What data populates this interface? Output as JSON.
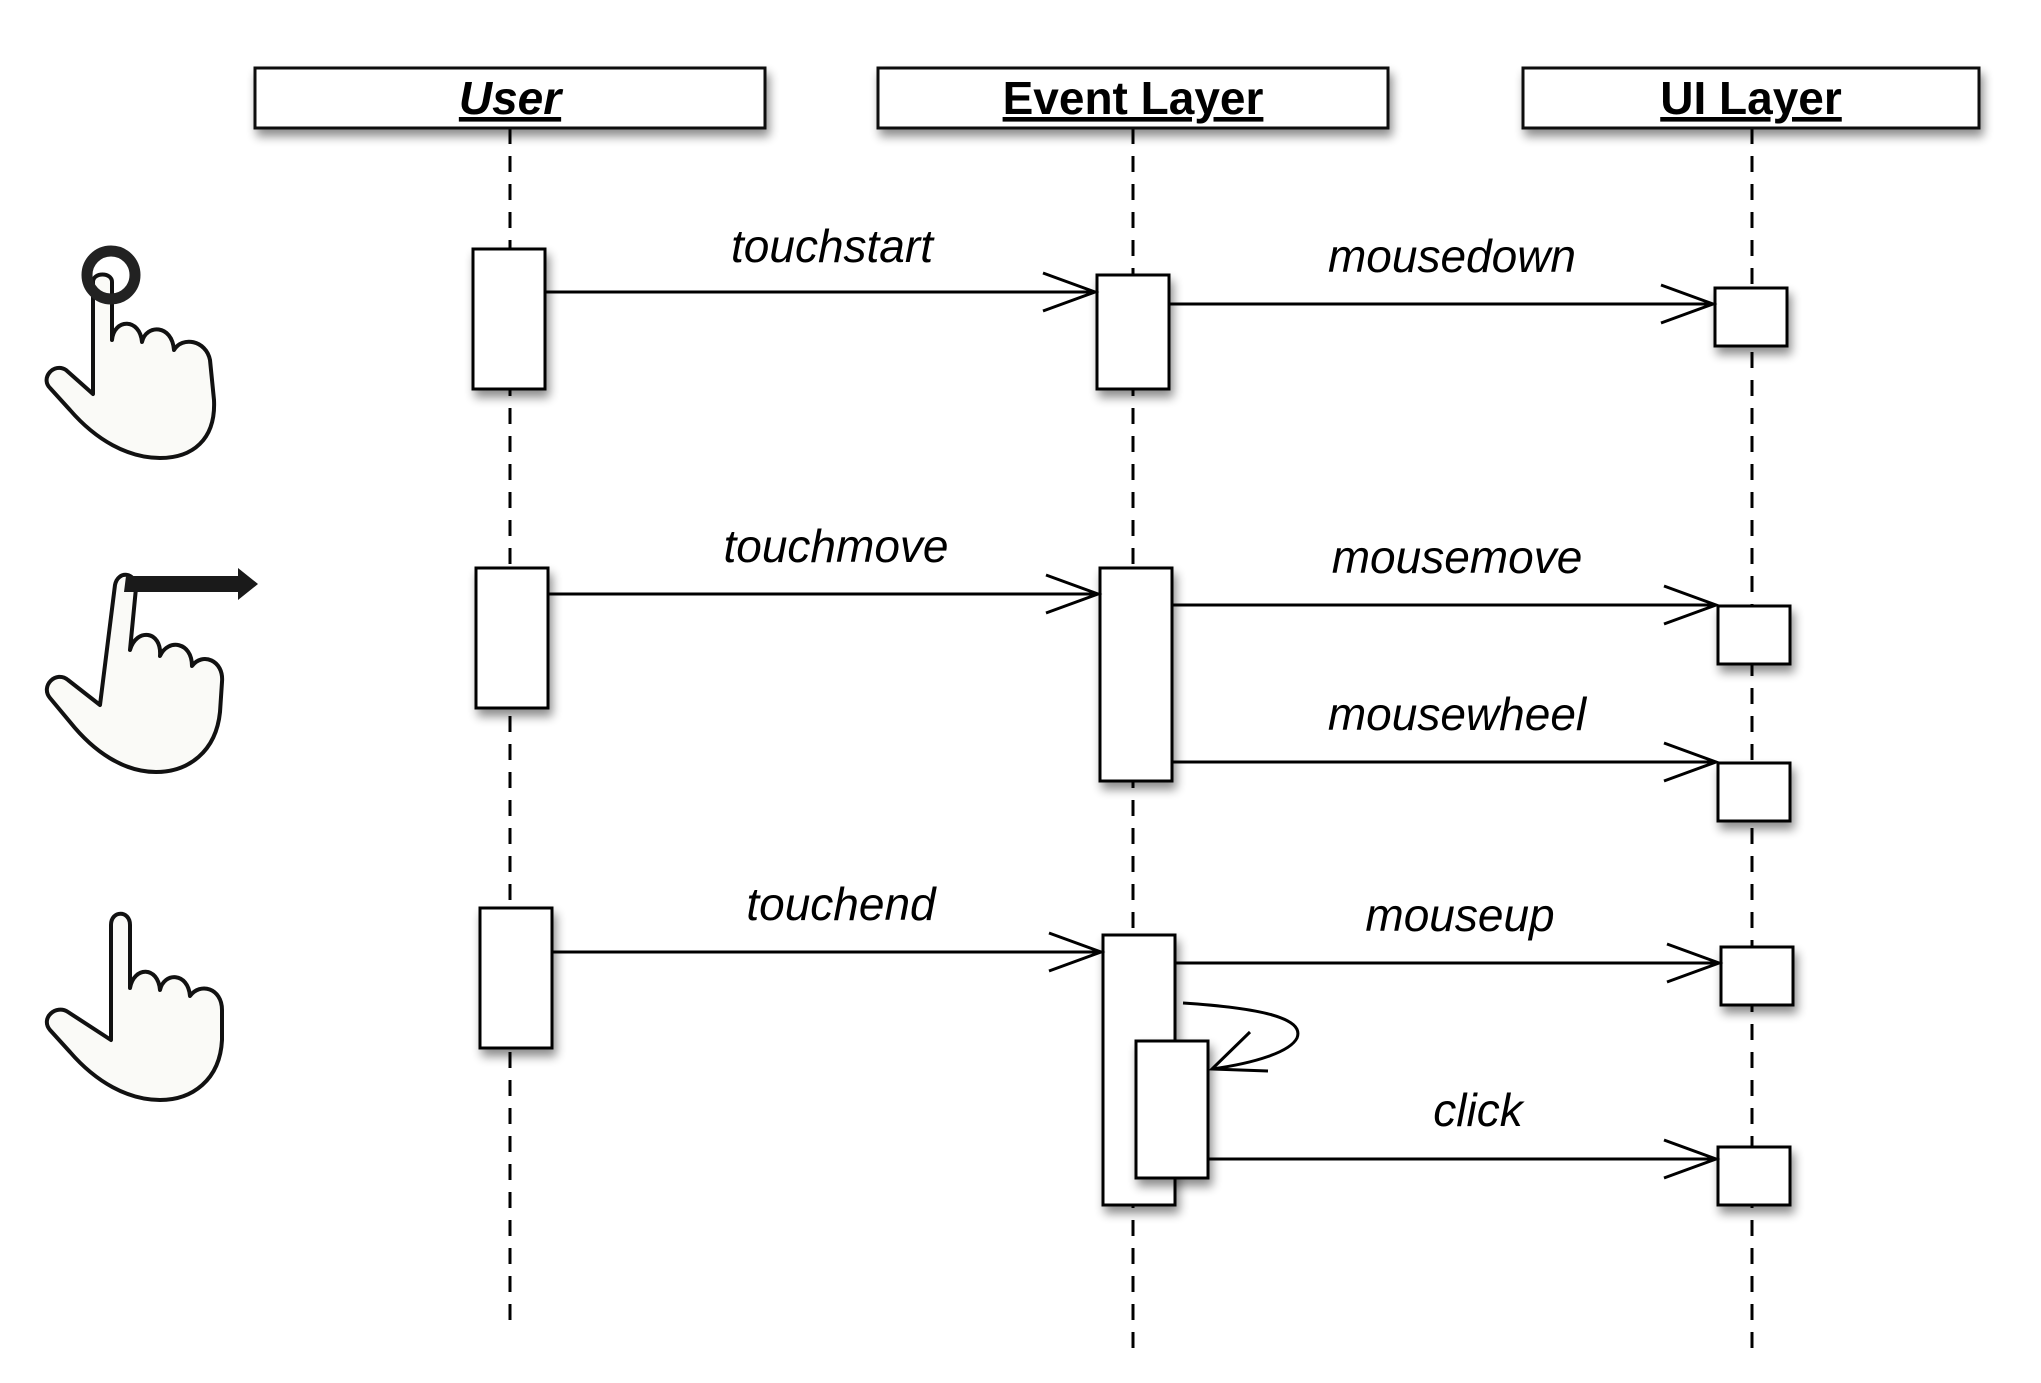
{
  "lifelines": [
    {
      "label": "User",
      "italic": true
    },
    {
      "label": "Event Layer",
      "italic": false
    },
    {
      "label": "UI Layer",
      "italic": false
    }
  ],
  "messages": {
    "touchstart": "touchstart",
    "mousedown": "mousedown",
    "touchmove": "touchmove",
    "mousemove": "mousemove",
    "mousewheel": "mousewheel",
    "touchend": "touchend",
    "mouseup": "mouseup",
    "click": "click"
  },
  "icons": [
    "tap-hand-icon",
    "swipe-hand-icon",
    "release-hand-icon"
  ]
}
